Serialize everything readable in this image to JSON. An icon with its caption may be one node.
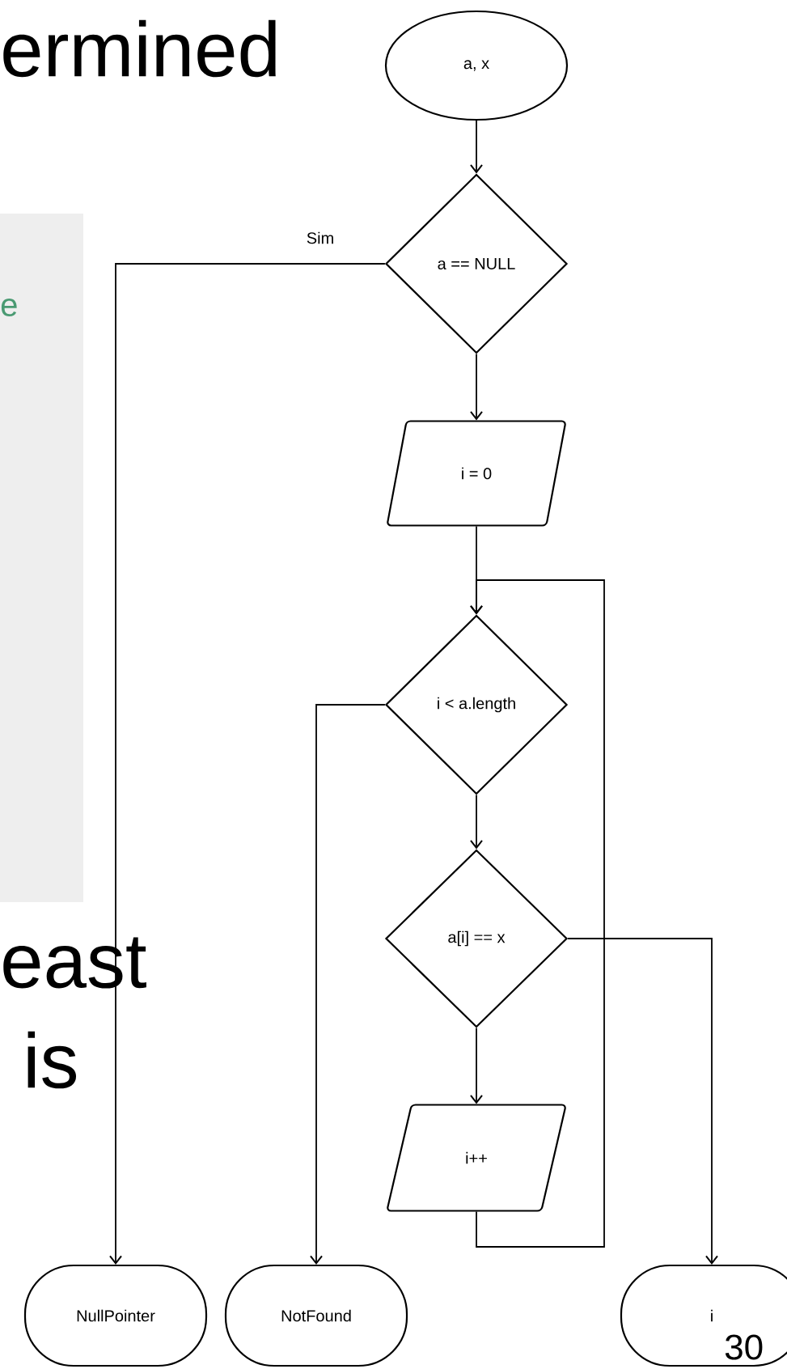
{
  "diagram": {
    "nodes": [
      {
        "text": [
          "a, x"
        ]
      },
      {
        "text": [
          "a == NULL"
        ]
      },
      {
        "text": [
          "i = 0"
        ]
      },
      {
        "text": [
          "i < a.length"
        ]
      },
      {
        "text": [
          "a[i] == x"
        ]
      },
      {
        "text": [
          "i++"
        ]
      },
      {
        "text": [
          "NullPointer"
        ]
      },
      {
        "text": [
          "NotFound"
        ]
      },
      {
        "text": [
          "i"
        ]
      }
    ],
    "edges": [
      {
        "from": 0,
        "to": 1,
        "arrow": "to"
      },
      {
        "from": 1,
        "to": 6,
        "arrow": "to",
        "label": "Sim"
      },
      {
        "from": 1,
        "to": 2,
        "arrow": "to"
      },
      {
        "from": 2,
        "to": 3,
        "arrow": "to"
      },
      {
        "from": 3,
        "to": 7,
        "arrow": "to"
      },
      {
        "from": 3,
        "to": 4,
        "arrow": "to"
      },
      {
        "from": 4,
        "to": 8,
        "arrow": "to"
      },
      {
        "from": 4,
        "to": 5,
        "arrow": "to"
      },
      {
        "from": 5,
        "to": 3,
        "arrow": "to"
      }
    ],
    "labels": [
      "ermined",
      "e",
      "east",
      "is",
      "30"
    ]
  }
}
